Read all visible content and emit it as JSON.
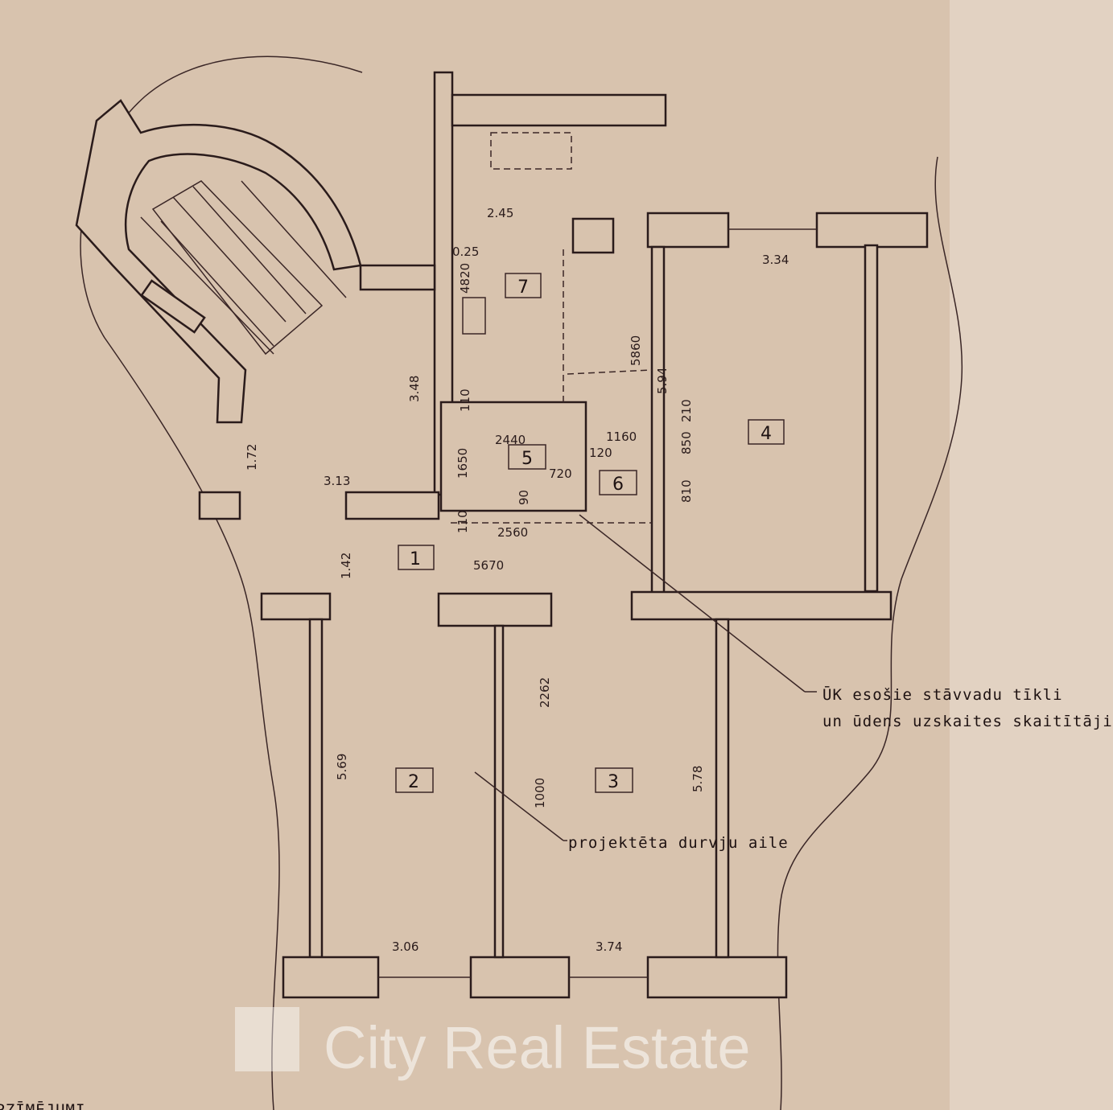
{
  "title_fragment": "APZĪMĒJUMI",
  "watermark": "City Real Estate",
  "rooms": [
    {
      "number": "1"
    },
    {
      "number": "2"
    },
    {
      "number": "3"
    },
    {
      "number": "4"
    },
    {
      "number": "5"
    },
    {
      "number": "6"
    },
    {
      "number": "7"
    }
  ],
  "dimensions": {
    "d245": "2.45",
    "d025": "0.25",
    "d4820": "4820",
    "d334": "3.34",
    "d348": "3.48",
    "d5860": "5860",
    "d594": "5.94",
    "d210": "210",
    "d850": "850",
    "d810": "810",
    "d110a": "110",
    "d2440": "2440",
    "d1650": "1650",
    "d1160": "1160",
    "d120": "120",
    "d720": "720",
    "d90": "90",
    "d110b": "110",
    "d2560": "2560",
    "d5670": "5670",
    "d172": "1.72",
    "d313": "3.13",
    "d142": "1.42",
    "d2262": "2262",
    "d1000": "1000",
    "d569": "5.69",
    "d578": "5.78",
    "d306": "3.06",
    "d374": "3.74"
  },
  "notes": {
    "risers_line1": "ŪK esošie stāvvadu tīkli",
    "risers_line2": "un ūdens uzskaites skaitītāji",
    "door": "projektēta durvju aile"
  }
}
